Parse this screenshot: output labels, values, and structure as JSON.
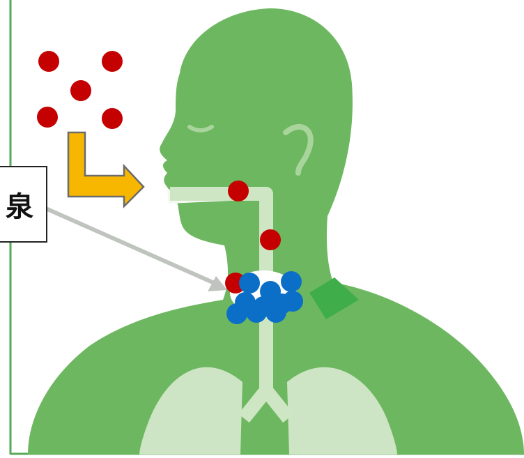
{
  "label": {
    "text": "泉"
  },
  "colors": {
    "frame": "#5aa85a",
    "body": "#6db760",
    "airway": "#cfe6c4",
    "lung": "#cde5c5",
    "virus": "#c40000",
    "immune": "#0b6fc7",
    "arrow_fill": "#f7b700",
    "arrow_stroke": "#6b6b6b",
    "pointer": "#bfc4bf",
    "gland": "#3fae4a"
  },
  "icons": {
    "virus": "red-dot",
    "immune_cell": "blue-dot",
    "inhale_arrow": "curved-arrow",
    "pointer_arrow": "straight-arrow"
  }
}
